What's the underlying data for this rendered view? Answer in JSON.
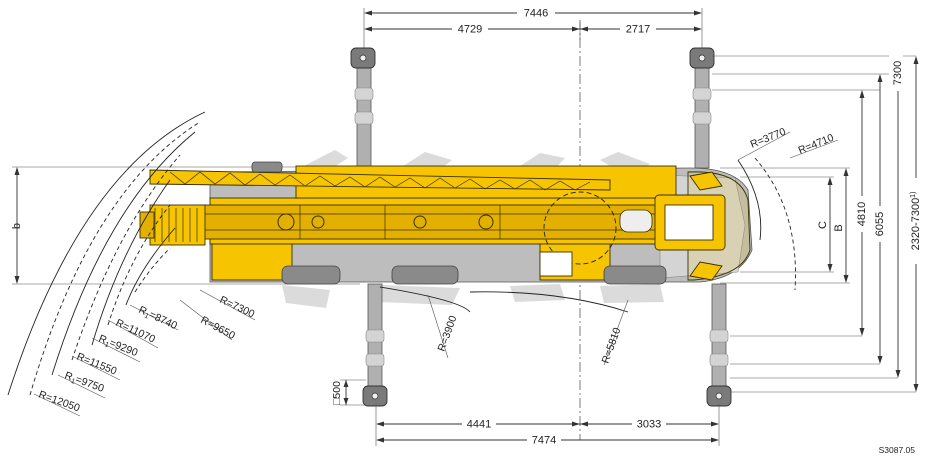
{
  "top_dims": {
    "total": "7446",
    "left": "4729",
    "right": "2717"
  },
  "bottom_dims": {
    "total": "7474",
    "left": "4441",
    "right": "3033"
  },
  "right_dims": {
    "c": "C",
    "b": "B",
    "d4810": "4810",
    "d6055": "6055",
    "d7300": "7300",
    "d2320": "2320-7300",
    "d2320_sup": "1)"
  },
  "left_dim": {
    "b_lower": "b"
  },
  "pad_dim": "□500",
  "radii": [
    {
      "label": "R=7300"
    },
    {
      "label": "R=9650"
    },
    {
      "label": "R",
      "sub": "1",
      "tail": "=8740"
    },
    {
      "label": "R=11070"
    },
    {
      "label": "R",
      "sub": "1",
      "tail": "=9290"
    },
    {
      "label": "R=11550"
    },
    {
      "label": "R",
      "sub": "1",
      "tail": "=9750"
    },
    {
      "label": "R=12050"
    }
  ],
  "swing_radii": {
    "r3770": "R=3770",
    "r4710": "R=4710",
    "r3900": "R=3900",
    "r5810": "R=5810"
  },
  "doc_code": "S3087.05",
  "colors": {
    "crane_yellow": "#f6c400",
    "grey": "#bdbdbd"
  }
}
